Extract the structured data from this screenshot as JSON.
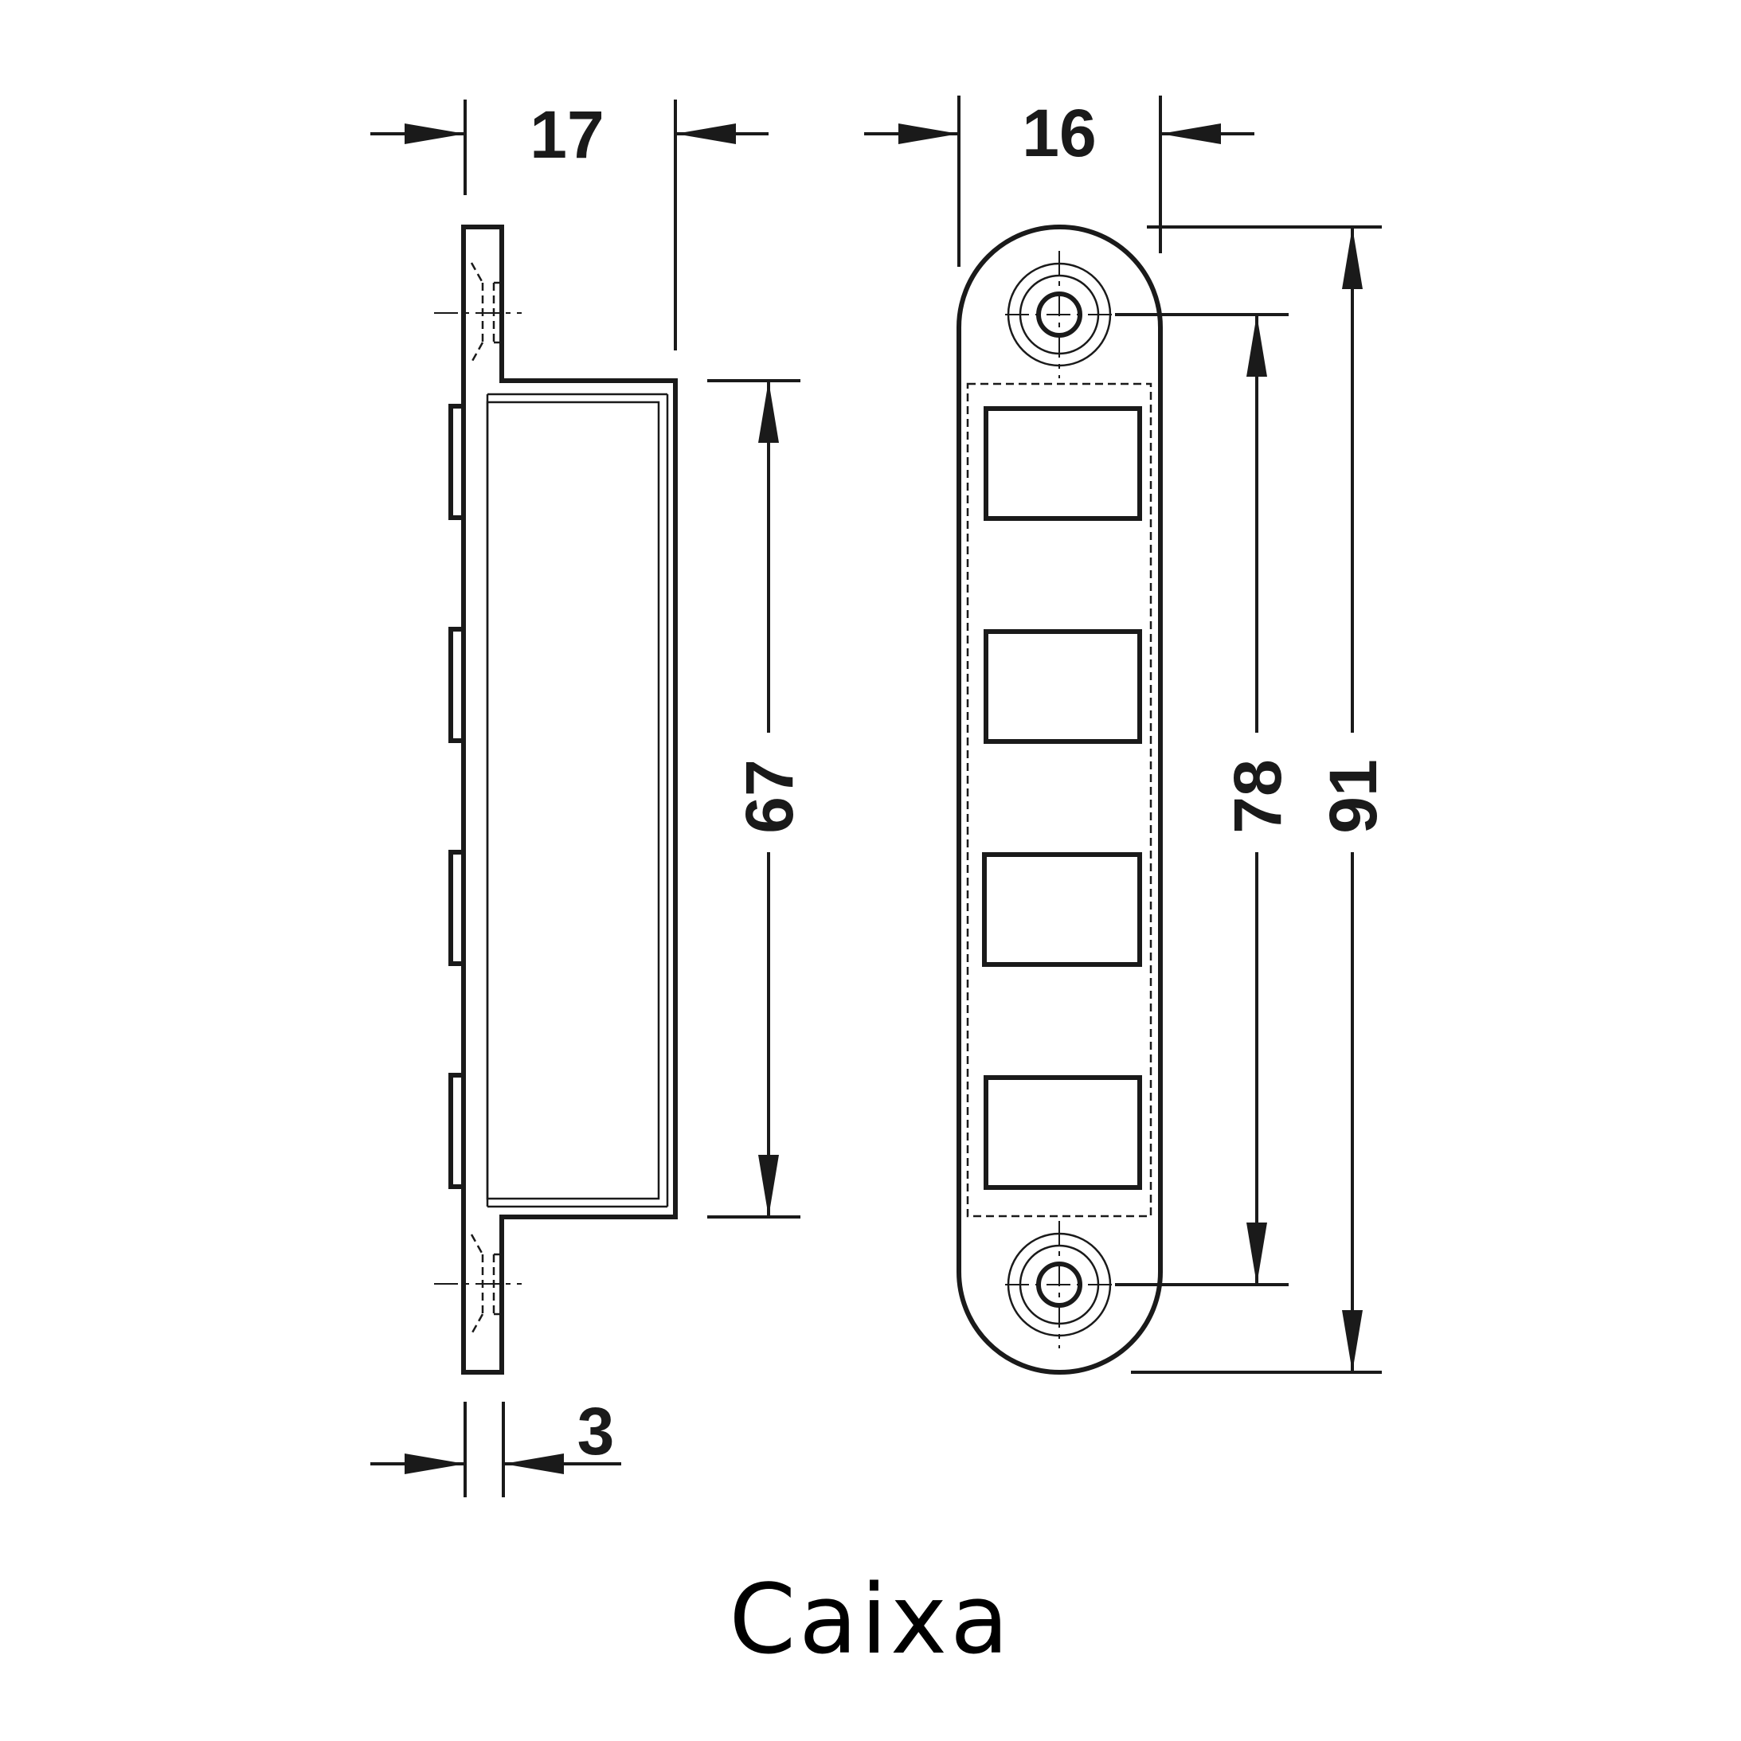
{
  "dimensions": {
    "side_width": "17",
    "front_width": "16",
    "body_height": "67",
    "hole_spacing": "78",
    "overall_height": "91",
    "flange_thickness": "3"
  },
  "caption": "Caixa"
}
